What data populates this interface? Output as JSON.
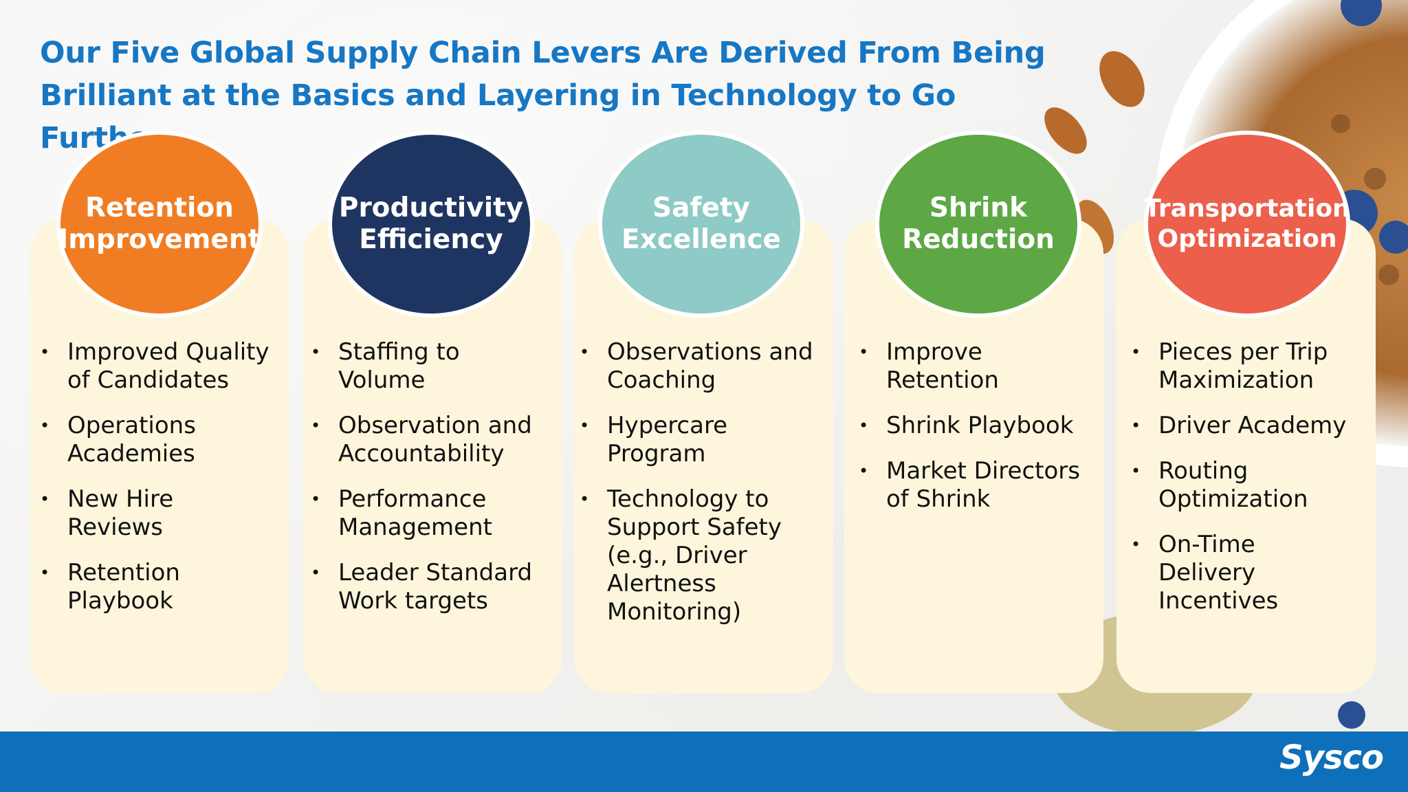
{
  "title": "Our Five Global Supply Chain Levers Are Derived From Being Brilliant at the Basics and Layering in Technology to Go Further",
  "colors": {
    "title": "#1677c4",
    "panel": "#fdf6dc",
    "footer": "#0e6fba"
  },
  "levers": [
    {
      "heading": "Retention\nImprovement",
      "color": "#f07d23",
      "bullets": [
        "Improved Quality of Candidates",
        "Operations Academies",
        "New Hire Reviews",
        "Retention Playbook"
      ]
    },
    {
      "heading": "Productivity\nEfficiency",
      "color": "#1f3561",
      "bullets": [
        "Staffing to Volume",
        "Observation and Accountability",
        "Performance Management",
        "Leader Standard Work targets"
      ]
    },
    {
      "heading": "Safety\nExcellence",
      "color": "#8ecac6",
      "bullets": [
        "Observations and Coaching",
        "Hypercare Program",
        "Technology to Support Safety (e.g., Driver Alertness Monitoring)"
      ]
    },
    {
      "heading": "Shrink\nReduction",
      "color": "#5da845",
      "bullets": [
        "Improve Retention",
        "Shrink Playbook",
        "Market Directors of Shrink"
      ]
    },
    {
      "heading": "Transportation\nOptimization",
      "color": "#eb5f4b",
      "bullets": [
        "Pieces per Trip Maximization",
        "Driver Academy",
        "Routing Optimization",
        "On-Time Delivery Incentives"
      ]
    }
  ],
  "footer": {
    "logo": "Sysco"
  }
}
